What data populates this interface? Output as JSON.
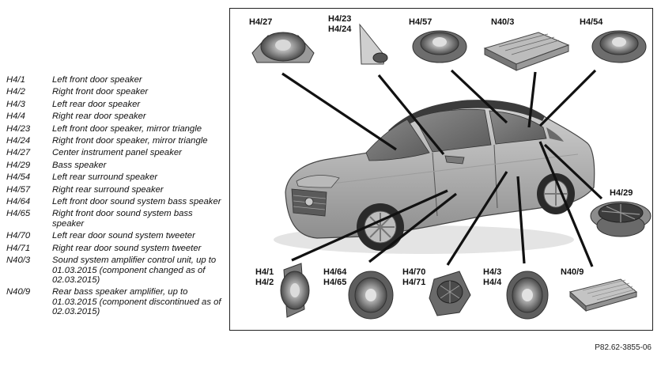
{
  "legend": [
    {
      "code": "H4/1",
      "desc": "Left front door speaker"
    },
    {
      "code": "H4/2",
      "desc": "Right front door speaker"
    },
    {
      "code": "H4/3",
      "desc": "Left rear door speaker"
    },
    {
      "code": "H4/4",
      "desc": "Right rear door speaker"
    },
    {
      "code": "H4/23",
      "desc": "Left front door speaker, mirror triangle"
    },
    {
      "code": "H4/24",
      "desc": "Right front door speaker, mirror triangle"
    },
    {
      "code": "H4/27",
      "desc": "Center instrument panel speaker"
    },
    {
      "code": "H4/29",
      "desc": "Bass speaker"
    },
    {
      "code": "H4/54",
      "desc": "Left rear surround speaker"
    },
    {
      "code": "H4/57",
      "desc": "Right rear surround speaker"
    },
    {
      "code": "H4/64",
      "desc": "Left front door sound system bass speaker"
    },
    {
      "code": "H4/65",
      "desc": "Right front door sound system bass speaker"
    },
    {
      "code": "H4/70",
      "desc": "Left rear door sound system tweeter"
    },
    {
      "code": "H4/71",
      "desc": "Right rear door sound system tweeter"
    },
    {
      "code": "N40/3",
      "desc": "Sound system amplifier control unit, up to 01.03.2015 (component changed as of 02.03.2015)"
    },
    {
      "code": "N40/9",
      "desc": "Rear bass speaker amplifier, up to 01.03.2015 (component discontinued as of 02.03.2015)"
    }
  ],
  "callouts": {
    "h427": "H4/27",
    "h423": "H4/23",
    "h424": "H4/24",
    "h457": "H4/57",
    "n403": "N40/3",
    "h454": "H4/54",
    "h429": "H4/29",
    "h41": "H4/1",
    "h42": "H4/2",
    "h464": "H4/64",
    "h465": "H4/65",
    "h470": "H4/70",
    "h471": "H4/71",
    "h43": "H4/3",
    "h44": "H4/4",
    "n409": "N40/9"
  },
  "figure_code": "P82.62-3855-06"
}
